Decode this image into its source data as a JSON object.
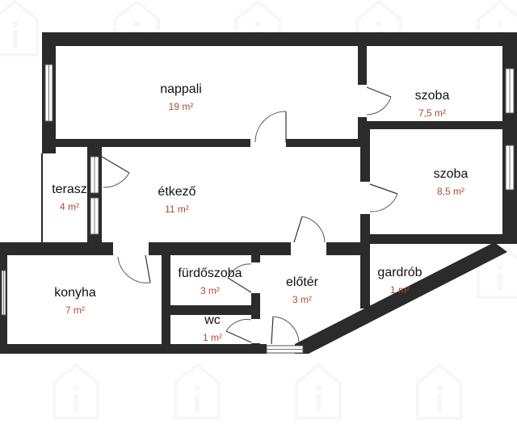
{
  "colors": {
    "wall": "#2b2b2b",
    "room_fill": "#ffffff",
    "exterior": "#f4f4f4",
    "name_text": "#111111",
    "area_text": "#b04a2a",
    "watermark": "#9a9a9a"
  },
  "watermark_icon": "house-info-icon",
  "rooms": [
    {
      "id": "nappali",
      "name": "nappali",
      "area": "19 m²"
    },
    {
      "id": "szoba-1",
      "name": "szoba",
      "area": "7,5 m²"
    },
    {
      "id": "szoba-2",
      "name": "szoba",
      "area": "8,5 m²"
    },
    {
      "id": "terasz",
      "name": "terasz",
      "area": "4 m²"
    },
    {
      "id": "etkezo",
      "name": "étkező",
      "area": "11 m²"
    },
    {
      "id": "konyha",
      "name": "konyha",
      "area": "7 m²"
    },
    {
      "id": "furdo",
      "name": "fürdőszoba",
      "area": "3 m²"
    },
    {
      "id": "eloter",
      "name": "előtér",
      "area": "3 m²"
    },
    {
      "id": "gardrob",
      "name": "gardrób",
      "area": "1 m²"
    },
    {
      "id": "wc",
      "name": "wc",
      "area": "1 m²"
    }
  ]
}
